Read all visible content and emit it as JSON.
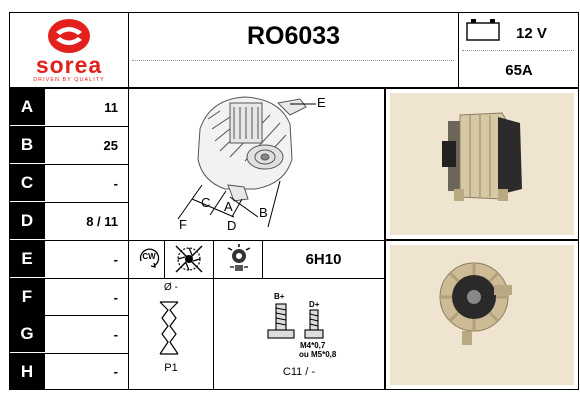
{
  "brand": {
    "name": "sorea",
    "tagline": "DRIVEN BY QUALITY",
    "logo_color": "#e2211c"
  },
  "header": {
    "part_number": "RO6033",
    "voltage": "12 V",
    "amperage": "65A"
  },
  "rows": [
    {
      "label": "A",
      "value": "11"
    },
    {
      "label": "B",
      "value": "25"
    },
    {
      "label": "C",
      "value": "-"
    },
    {
      "label": "D",
      "value": "8 / 11"
    },
    {
      "label": "E",
      "value": "-"
    },
    {
      "label": "F",
      "value": "-"
    },
    {
      "label": "G",
      "value": "-"
    },
    {
      "label": "H",
      "value": "-"
    }
  ],
  "diagram": {
    "labels": [
      "E",
      "C",
      "A",
      "B",
      "F",
      "D"
    ]
  },
  "specs": {
    "rotation": "CW",
    "clock_position": "6H10",
    "pulley_diameter": "Ø -",
    "pulley_code": "P1",
    "terminal_b": "B+",
    "terminal_d": "D+",
    "terminal_thread": "M4*0,7",
    "terminal_thread_alt": "ou M5*0,8",
    "connector_code": "C11 / -"
  }
}
